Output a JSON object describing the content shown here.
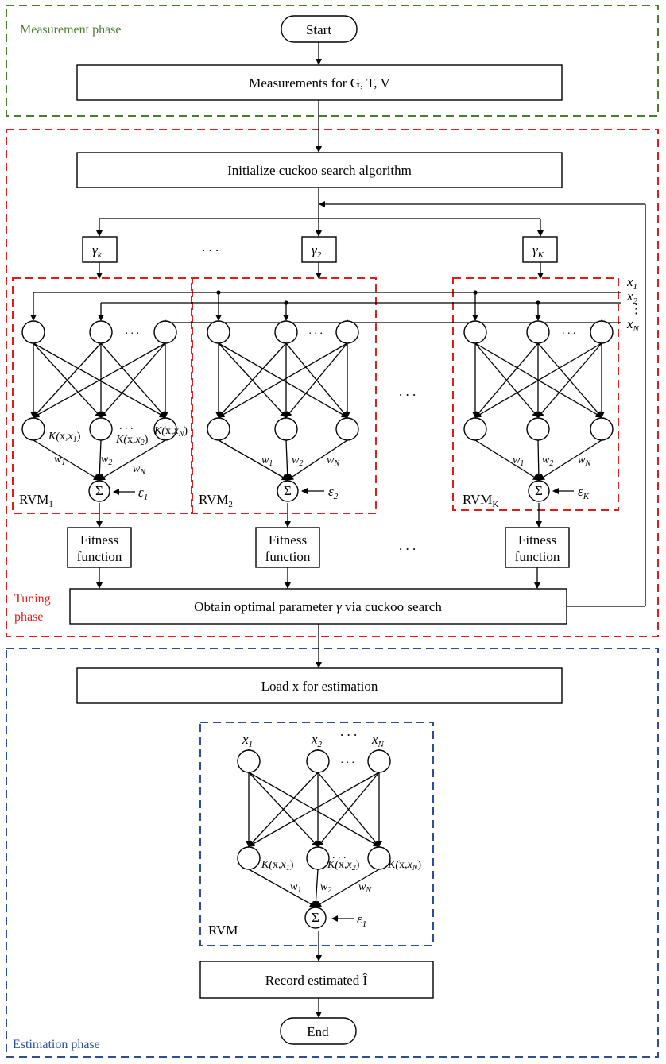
{
  "phases": {
    "measurement": {
      "label": "Measurement phase",
      "color": "#4a7d2c"
    },
    "tuning": {
      "label_line1": "Tuning",
      "label_line2": "phase",
      "color": "#e11c1c"
    },
    "estimation": {
      "label": "Estimation phase",
      "color": "#2d4f9b"
    }
  },
  "steps": {
    "start": "Start",
    "measure": "Measurements for G, T, V",
    "init": "Initialize cuckoo search algorithm",
    "obtain_pre": "Obtain optimal parameter ",
    "obtain_gamma": "γ",
    "obtain_post": " via cuckoo search",
    "load": "Load x for estimation",
    "record": "Record estimated Î",
    "end": "End"
  },
  "gammas": {
    "g1": {
      "sym": "γ",
      "sub": "k"
    },
    "g2": {
      "sym": "γ",
      "sub": "2"
    },
    "g3": {
      "sym": "γ",
      "sub": "K"
    }
  },
  "fitness": {
    "line1": "Fitness",
    "line2": "function"
  },
  "rvm_labels": {
    "r1": {
      "base": "RVM",
      "sub": "1"
    },
    "r2": {
      "base": "RVM",
      "sub": "2"
    },
    "r3": {
      "base": "RVM",
      "sub": "K"
    },
    "est": {
      "base": "RVM",
      "sub": ""
    }
  },
  "epsilons": {
    "e1": {
      "sym": "ε",
      "sub": "1"
    },
    "e2": {
      "sym": "ε",
      "sub": "2"
    },
    "e3": {
      "sym": "ε",
      "sub": "K"
    },
    "est": {
      "sym": "ε",
      "sub": "1"
    }
  },
  "inputs": {
    "x1": {
      "sym": "x",
      "sub": "1"
    },
    "x2": {
      "sym": "x",
      "sub": "2"
    },
    "xN": {
      "sym": "x",
      "sub": "N"
    }
  },
  "weights": {
    "w1": {
      "sym": "w",
      "sub": "1"
    },
    "w2": {
      "sym": "w",
      "sub": "2"
    },
    "wN": {
      "sym": "w",
      "sub": "N"
    }
  },
  "kernels": {
    "k1": {
      "pre": "K(",
      "mid": "x,",
      "var": "x",
      "sub": "1",
      "post": ")"
    },
    "k2": {
      "pre": "K(",
      "mid": "x,",
      "var": "x",
      "sub": "2",
      "post": ")"
    },
    "kN": {
      "pre": "K(",
      "mid": "x,",
      "var": "x",
      "sub": "N",
      "post": ")"
    }
  },
  "symbols": {
    "sum": "Σ",
    "ellipsis": ". . .",
    "vdots": "⋮"
  }
}
